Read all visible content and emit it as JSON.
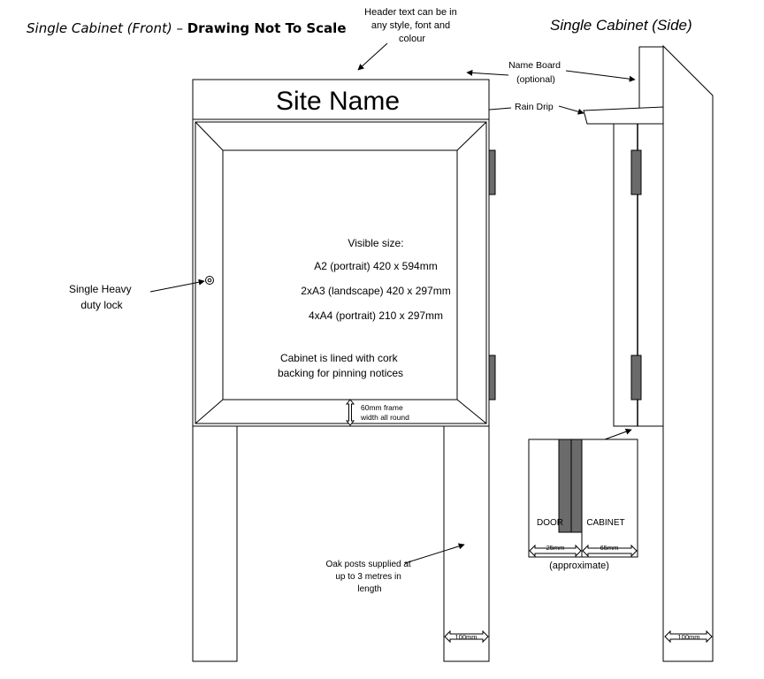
{
  "title_front": {
    "italic": "Single Cabinet (Front)",
    "dash": " – ",
    "bold": "Drawing Not To Scale"
  },
  "title_side": "Single Cabinet (Side)",
  "header_note": [
    "Header text can be in",
    "any style, font and",
    "colour"
  ],
  "name_board_note": [
    "Name Board",
    "(optional)"
  ],
  "rain_drip_note": "Rain Drip",
  "site_name": "Site Name",
  "visible_size": {
    "heading": "Visible size:",
    "lines": [
      "A2 (portrait) 420 x 594mm",
      "2xA3 (landscape) 420 x 297mm",
      "4xA4 (portrait) 210 x 297mm"
    ]
  },
  "cork_note": [
    "Cabinet is lined with cork",
    "backing for pinning notices"
  ],
  "lock_note": [
    "Single Heavy",
    "duty lock"
  ],
  "frame_note": [
    "60mm frame",
    "width all round"
  ],
  "posts_note": [
    "Oak posts supplied at",
    "up to 3 metres in",
    "length"
  ],
  "detail": {
    "door_label": "DOOR",
    "cabinet_label": "CABINET",
    "door_width": "25mm",
    "cabinet_width": "65mm",
    "approx": "(approximate)"
  },
  "post_width_front": "100mm",
  "post_width_side": "100mm",
  "colors": {
    "line": "#000000",
    "hinge": "#6b6b6b",
    "background": "#ffffff"
  }
}
